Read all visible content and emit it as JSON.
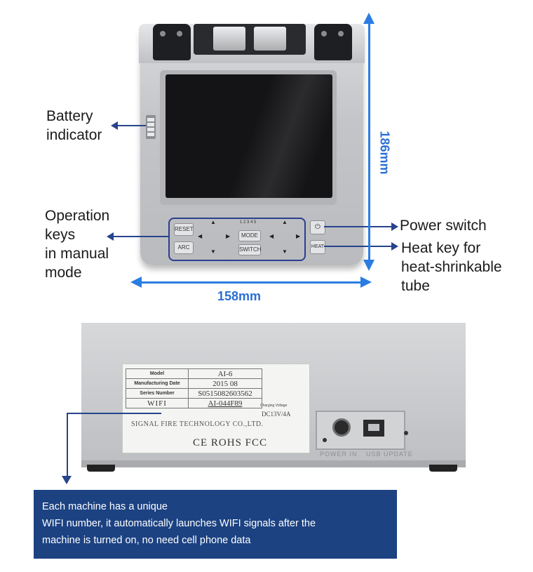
{
  "labels": {
    "battery_indicator": [
      "Battery",
      "indicator"
    ],
    "operation_keys": [
      "Operation",
      "keys",
      "in manual",
      "mode"
    ],
    "power_switch": "Power switch",
    "heat_key": [
      "Heat key for",
      "heat-shrinkable",
      "tube"
    ]
  },
  "dimensions": {
    "height": "186mm",
    "width": "158mm"
  },
  "keys": {
    "reset": "RESET",
    "arc": "ARC",
    "mode": "MODE",
    "switch": "SWITCH",
    "indicator_leds": "1 2 3 4 5",
    "power_symbol": "⏻",
    "heat": "HEAT"
  },
  "nameplate": {
    "rows": [
      {
        "label": "Model",
        "value": "AI-6"
      },
      {
        "label": "Manufacturing Date",
        "value": "2015 08"
      },
      {
        "label": "Series Number",
        "value": "S0515082603562"
      }
    ],
    "wifi_label": "WIFI",
    "wifi_value": "AI-044F89",
    "charging_voltage_label": "Charging Voltage",
    "charging_voltage_value": "DC13V/4A",
    "company": "SIGNAL FIRE TECHNOLOGY CO.,LTD.",
    "marks": "CE  ROHS FCC"
  },
  "ports": {
    "power_in": "POWER IN",
    "usb_update": "USB UPDATE"
  },
  "info_box": {
    "lines": [
      "Each machine has a unique",
      "WIFI number, it automatically launches WIFI signals after the",
      "machine is turned on, no need cell phone data"
    ]
  },
  "colors": {
    "callout_blue": "#27448c",
    "dimension_blue": "#2a7de1",
    "info_box_bg": "#1c4282"
  }
}
